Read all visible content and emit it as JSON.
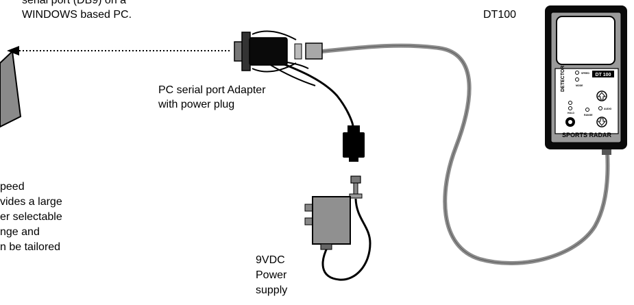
{
  "labels": {
    "windows_pc_note": [
      "serial port (DB9) on a",
      "WINDOWS based PC."
    ],
    "device_name": "DT100",
    "adapter_caption": [
      "PC serial port Adapter",
      "with power plug"
    ],
    "power_supply_caption": [
      "9VDC",
      "Power",
      "supply"
    ],
    "side_text": [
      "peed",
      "vides a large",
      "er selectable",
      "nge and",
      "n be tailored"
    ]
  },
  "device_panel": {
    "brand": "DETECTOR",
    "model": "DT 100",
    "footer": "SPORTS RADAR",
    "small_labels": [
      "SPEED",
      "MODE",
      "HOLD",
      "RANGE",
      "AUDIO"
    ],
    "buttons": [
      "up-arrow",
      "down-arrow",
      "select"
    ]
  }
}
